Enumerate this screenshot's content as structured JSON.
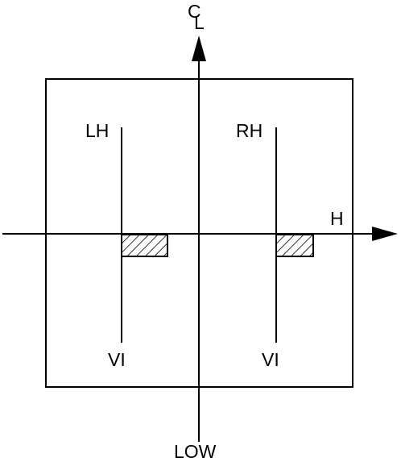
{
  "diagram": {
    "axis_labels": {
      "vertical_top": "C",
      "vertical_top_sub": "L",
      "horizontal": "H",
      "vertical_bottom": "LOW"
    },
    "left_element": {
      "top_label": "LH",
      "bottom_label": "VI"
    },
    "right_element": {
      "top_label": "RH",
      "bottom_label": "VI"
    },
    "colors": {
      "line": "#000000",
      "background": "#ffffff"
    }
  }
}
